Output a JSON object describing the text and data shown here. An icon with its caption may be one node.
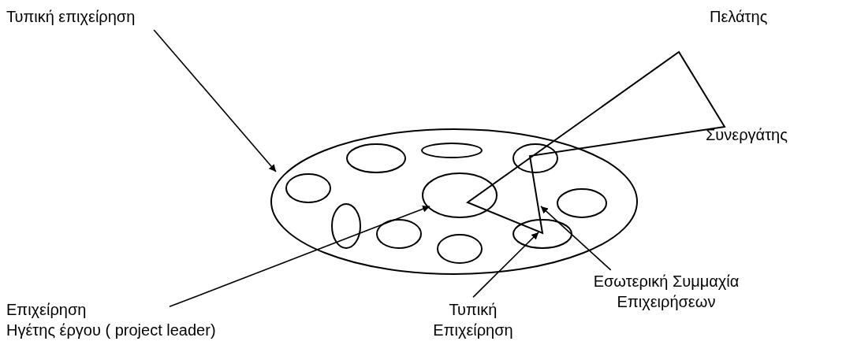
{
  "diagram": {
    "nodes": [
      {
        "text": [
          "Τυπική επιχείρηση"
        ]
      },
      {
        "text": [],
        "shape": "ellipse"
      },
      {
        "text": [],
        "shape": "ellipse",
        "in": 1
      },
      {
        "text": [],
        "shape": "ellipse",
        "in": 1
      },
      {
        "text": [],
        "shape": "ellipse",
        "in": 1
      },
      {
        "text": [],
        "shape": "ellipse",
        "in": 1
      },
      {
        "text": [],
        "shape": "ellipse",
        "in": 1
      },
      {
        "text": [],
        "shape": "ellipse",
        "in": 1
      },
      {
        "text": [],
        "shape": "ellipse",
        "in": 1
      },
      {
        "text": [],
        "shape": "ellipse",
        "in": 1
      },
      {
        "text": [],
        "shape": "ellipse",
        "in": 1
      },
      {
        "text": [],
        "shape": "ellipse",
        "in": 1
      },
      {
        "text": [
          "Επιχείρηση Ηγέτης έργου ( project leader)"
        ]
      },
      {
        "text": [
          "Τυπική Επιχείρηση"
        ]
      },
      {
        "text": [
          "Εσωτερική Συμμαχία Επιχειρήσεων"
        ]
      },
      {
        "text": [],
        "shape": "polygon"
      }
    ],
    "edges": [
      {
        "from": 0,
        "to": 1,
        "arrow": "to"
      },
      {
        "from": 12,
        "to": 6,
        "arrow": "to"
      },
      {
        "from": 13,
        "to": 11,
        "arrow": "to"
      },
      {
        "from": 14,
        "to": 15,
        "arrow": "to"
      }
    ],
    "labels": [
      "Πελάτης",
      "Συνεργάτης"
    ]
  }
}
